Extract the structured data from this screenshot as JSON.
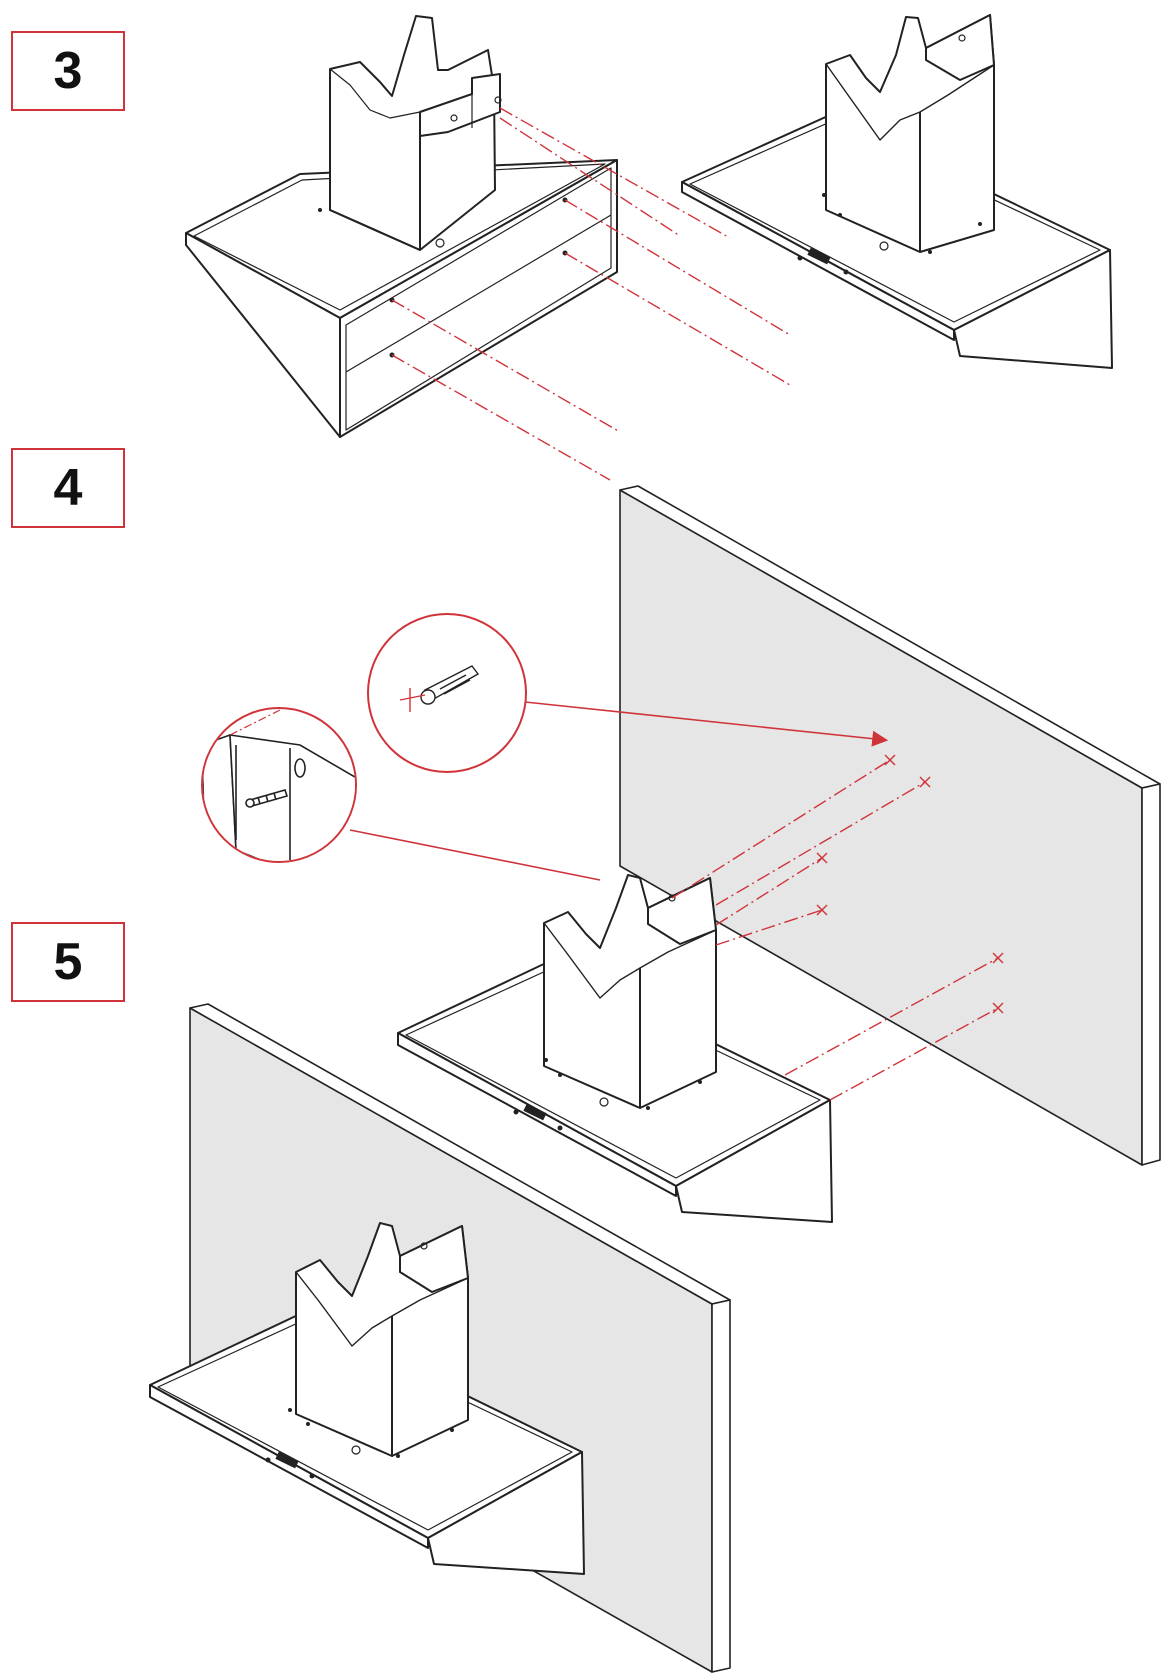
{
  "steps": [
    {
      "label": "3"
    },
    {
      "label": "4"
    },
    {
      "label": "5"
    }
  ],
  "colors": {
    "accent": "#d0343a",
    "line": "#222222",
    "wall": "#e6e6e6",
    "wall_edge": "#9a9a9a"
  },
  "icons": [
    "screw-icon",
    "wall-plug-icon",
    "keyhole-bracket-icon"
  ]
}
